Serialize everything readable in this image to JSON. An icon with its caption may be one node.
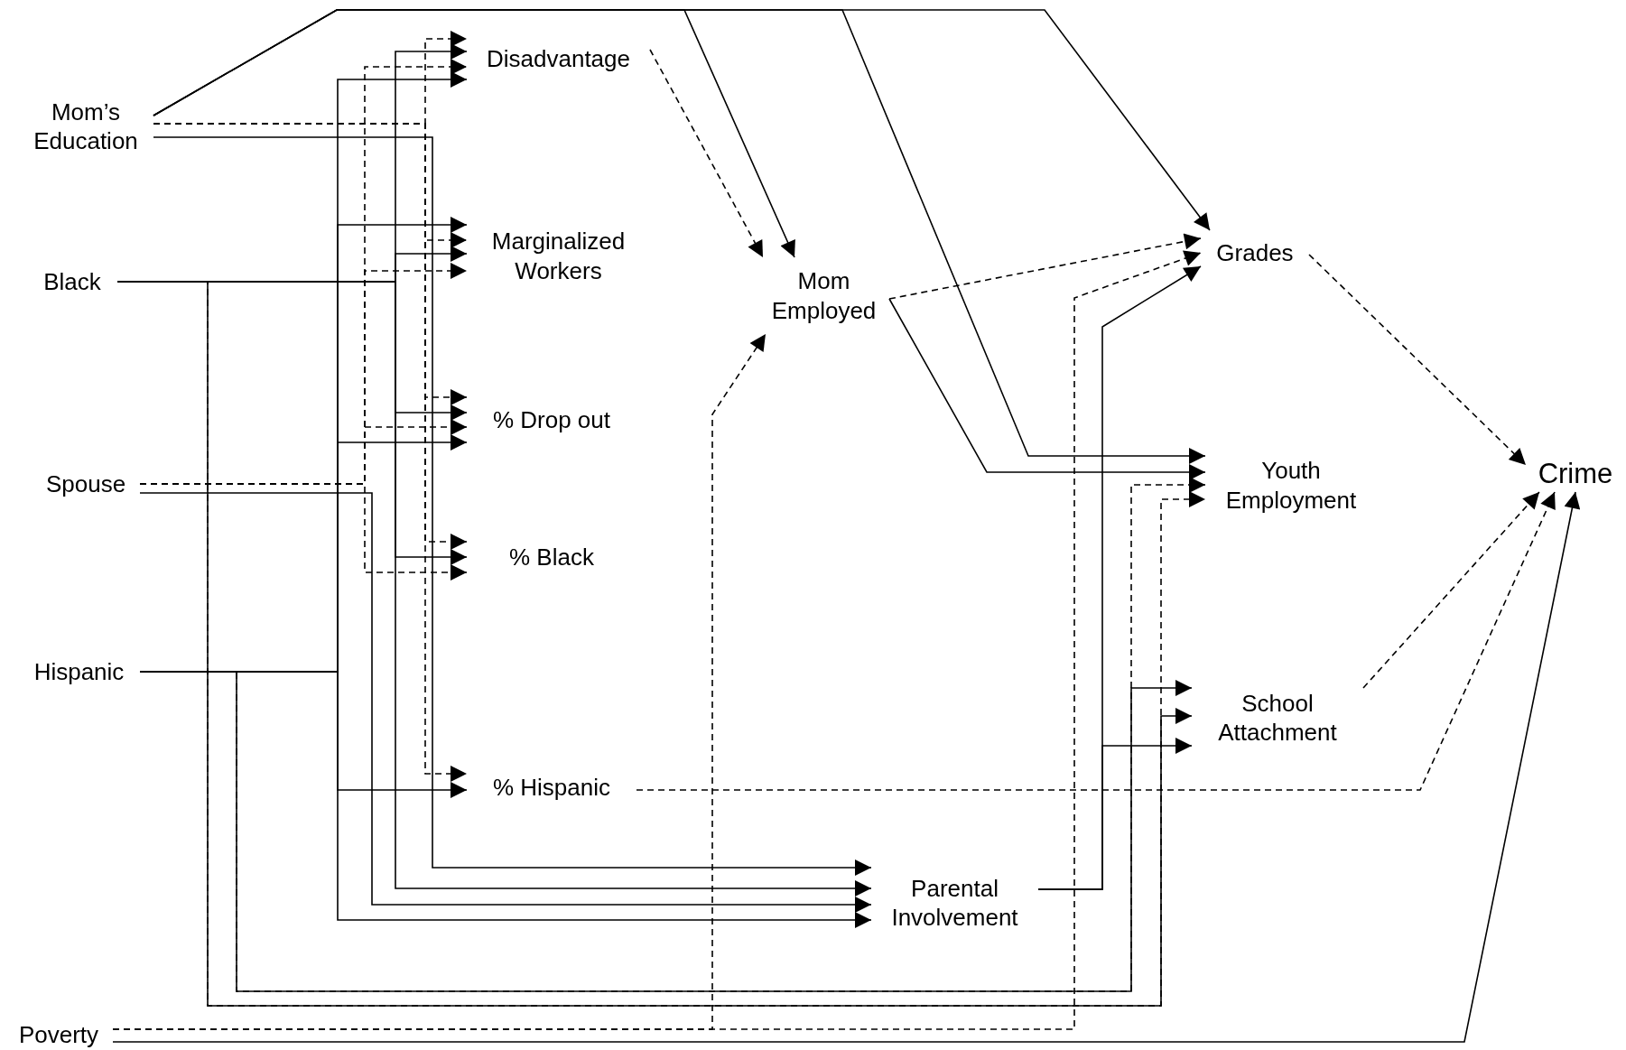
{
  "diagram": {
    "nodes": [
      {
        "text": [
          "Mom’s Education"
        ]
      },
      {
        "text": [
          "Black"
        ]
      },
      {
        "text": [
          "Spouse"
        ]
      },
      {
        "text": [
          "Hispanic"
        ]
      },
      {
        "text": [
          "Poverty"
        ]
      },
      {
        "text": [
          "Disadvantage"
        ]
      },
      {
        "text": [
          "Marginalized Workers"
        ]
      },
      {
        "text": [
          "% Drop out"
        ]
      },
      {
        "text": [
          "% Black"
        ]
      },
      {
        "text": [
          "% Hispanic"
        ]
      },
      {
        "text": [
          "Mom Employed"
        ]
      },
      {
        "text": [
          "Parental Involvement"
        ]
      },
      {
        "text": [
          "Grades"
        ]
      },
      {
        "text": [
          "Youth Employment"
        ]
      },
      {
        "text": [
          "School Attachment"
        ]
      },
      {
        "text": [
          "Crime"
        ]
      }
    ],
    "edges": [
      {
        "from": 0,
        "to": 5,
        "arrow": "to",
        "style": "dashed"
      },
      {
        "from": 0,
        "to": 6,
        "arrow": "to",
        "style": "dashed"
      },
      {
        "from": 0,
        "to": 7,
        "arrow": "to",
        "style": "dashed"
      },
      {
        "from": 0,
        "to": 8,
        "arrow": "to",
        "style": "dashed"
      },
      {
        "from": 0,
        "to": 9,
        "arrow": "to",
        "style": "dashed"
      },
      {
        "from": 0,
        "to": 11,
        "arrow": "to"
      },
      {
        "from": 0,
        "to": 10,
        "arrow": "to"
      },
      {
        "from": 0,
        "to": 12,
        "arrow": "to"
      },
      {
        "from": 0,
        "to": 13,
        "arrow": "to"
      },
      {
        "from": 1,
        "to": 5,
        "arrow": "to"
      },
      {
        "from": 1,
        "to": 6,
        "arrow": "to"
      },
      {
        "from": 1,
        "to": 7,
        "arrow": "to"
      },
      {
        "from": 1,
        "to": 8,
        "arrow": "to"
      },
      {
        "from": 1,
        "to": 11,
        "arrow": "to"
      },
      {
        "from": 1,
        "to": 14,
        "arrow": "to"
      },
      {
        "from": 1,
        "to": 13,
        "arrow": "to",
        "style": "dashed"
      },
      {
        "from": 2,
        "to": 5,
        "arrow": "to",
        "style": "dashed"
      },
      {
        "from": 2,
        "to": 6,
        "arrow": "to",
        "style": "dashed"
      },
      {
        "from": 2,
        "to": 7,
        "arrow": "to",
        "style": "dashed"
      },
      {
        "from": 2,
        "to": 8,
        "arrow": "to",
        "style": "dashed"
      },
      {
        "from": 2,
        "to": 11,
        "arrow": "to"
      },
      {
        "from": 3,
        "to": 5,
        "arrow": "to"
      },
      {
        "from": 3,
        "to": 6,
        "arrow": "to"
      },
      {
        "from": 3,
        "to": 7,
        "arrow": "to"
      },
      {
        "from": 3,
        "to": 9,
        "arrow": "to"
      },
      {
        "from": 3,
        "to": 11,
        "arrow": "to"
      },
      {
        "from": 3,
        "to": 14,
        "arrow": "to"
      },
      {
        "from": 3,
        "to": 13,
        "arrow": "to",
        "style": "dashed"
      },
      {
        "from": 4,
        "to": 10,
        "arrow": "to",
        "style": "dashed"
      },
      {
        "from": 4,
        "to": 12,
        "arrow": "to",
        "style": "dashed"
      },
      {
        "from": 4,
        "to": 15,
        "arrow": "to"
      },
      {
        "from": 5,
        "to": 10,
        "arrow": "to",
        "style": "dashed"
      },
      {
        "from": 10,
        "to": 12,
        "arrow": "to",
        "style": "dashed"
      },
      {
        "from": 10,
        "to": 13,
        "arrow": "to"
      },
      {
        "from": 11,
        "to": 12,
        "arrow": "to"
      },
      {
        "from": 11,
        "to": 14,
        "arrow": "to"
      },
      {
        "from": 12,
        "to": 15,
        "arrow": "to",
        "style": "dashed"
      },
      {
        "from": 14,
        "to": 15,
        "arrow": "to",
        "style": "dashed"
      },
      {
        "from": 9,
        "to": 15,
        "arrow": "to",
        "style": "dashed"
      }
    ]
  }
}
